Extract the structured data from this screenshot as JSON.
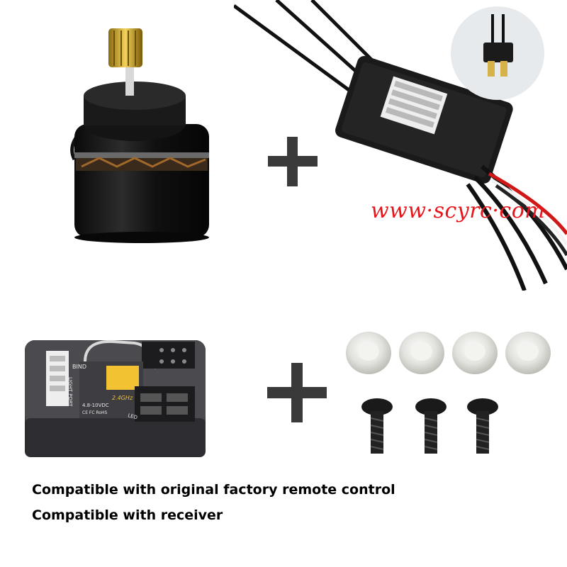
{
  "watermark": "www·scyrc·com",
  "captions": {
    "line1": "Compatible with original factory remote control",
    "line2": "Compatible with receiver"
  },
  "receiver_labels": {
    "bind": "BIND",
    "light_port": "LIGHT PORT",
    "voltage": "4.8-10VDC",
    "cert": "CE FC RoHS",
    "band": "2.4GHz",
    "led": "LED"
  },
  "colors": {
    "watermark": "#e8151b",
    "plus": "#3a3a3a",
    "motor_body": "#111111",
    "pinion": "#c9a227"
  }
}
